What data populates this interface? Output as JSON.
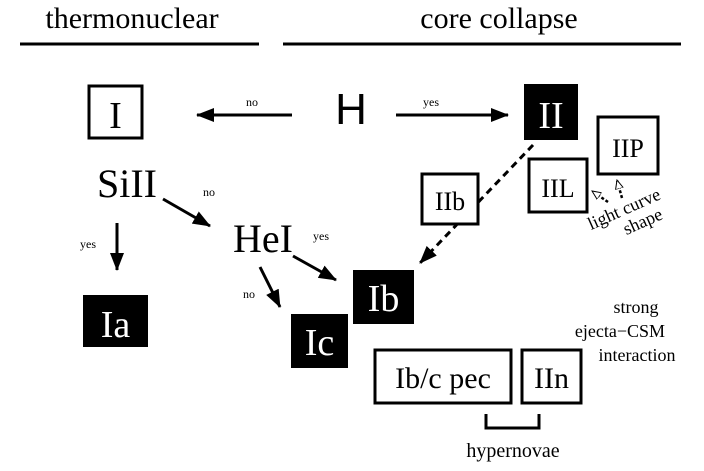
{
  "headers": {
    "thermonuclear": "thermonuclear",
    "core_collapse": "core collapse"
  },
  "nodes": {
    "H": "H",
    "I": "I",
    "II": "II",
    "SiII": "SiII",
    "HeI": "HeI",
    "Ia": "Ia",
    "Ib": "Ib",
    "Ic": "Ic",
    "IIb": "IIb",
    "IIL": "IIL",
    "IIP": "IIP",
    "Ibc_pec": "Ib/c pec",
    "IIn": "IIn"
  },
  "edge_labels": {
    "H_no": "no",
    "H_yes": "yes",
    "SiII_no": "no",
    "SiII_yes": "yes",
    "HeI_yes": "yes",
    "HeI_no": "no"
  },
  "annotations": {
    "light_curve_1": "light curve",
    "light_curve_2": "shape",
    "strong_1": "strong",
    "strong_2": "ejecta−CSM",
    "strong_3": "interaction",
    "hypernovae": "hypernovae"
  },
  "colors": {
    "ink": "#000000",
    "paper": "#ffffff"
  }
}
